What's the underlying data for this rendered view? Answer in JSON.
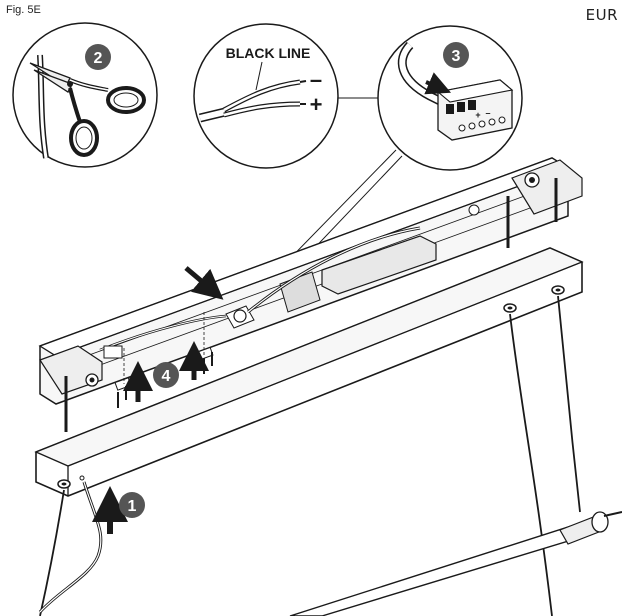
{
  "header": {
    "figure_label": "Fig. 5E",
    "region_label": "EUR"
  },
  "callouts": {
    "wire_label": "BLACK LINE",
    "minus_sign": "–",
    "plus_sign": "+",
    "terminal_plus": "+",
    "terminal_minus": "–"
  },
  "steps": [
    {
      "number": "1"
    },
    {
      "number": "2"
    },
    {
      "number": "3"
    },
    {
      "number": "4"
    }
  ],
  "colors": {
    "line": "#1a1a1a",
    "step_badge": "#555555",
    "fill_light": "#f4f4f4",
    "fill_mid": "#d9d9d9"
  }
}
